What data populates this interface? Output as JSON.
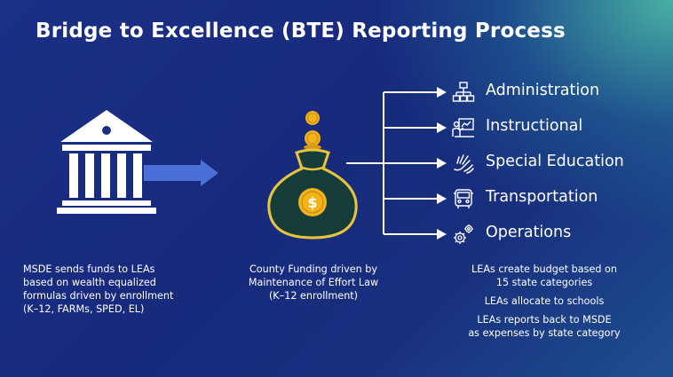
{
  "title": "Bridge to Excellence (BTE) Reporting Process",
  "left_caption": [
    "MSDE sends funds to LEAs",
    "based on wealth equalized",
    "formulas driven by enrollment",
    "(K–12, FARMs, SPED, EL)"
  ],
  "middle_caption": [
    "County Funding driven by",
    "Maintenance of Effort Law",
    "(K–12 enrollment)"
  ],
  "right_captions": [
    [
      "LEAs create budget based on",
      "15 state categories"
    ],
    [
      "LEAs allocate to schools"
    ],
    [
      "LEAs reports back to MSDE",
      "as expenses by state category"
    ]
  ],
  "categories": [
    {
      "label": "Administration",
      "icon": "org-chart-icon"
    },
    {
      "label": "Instructional",
      "icon": "teacher-board-icon"
    },
    {
      "label": "Special Education",
      "icon": "helping-hand-icon"
    },
    {
      "label": "Transportation",
      "icon": "bus-icon"
    },
    {
      "label": "Operations",
      "icon": "gears-icon"
    }
  ],
  "money_bag_symbol": "$",
  "colors": {
    "arrow_blue": "#4a6fd6",
    "bag_green": "#163d3a",
    "bag_outline": "#e8c53a",
    "coin": "#f2b21a"
  }
}
